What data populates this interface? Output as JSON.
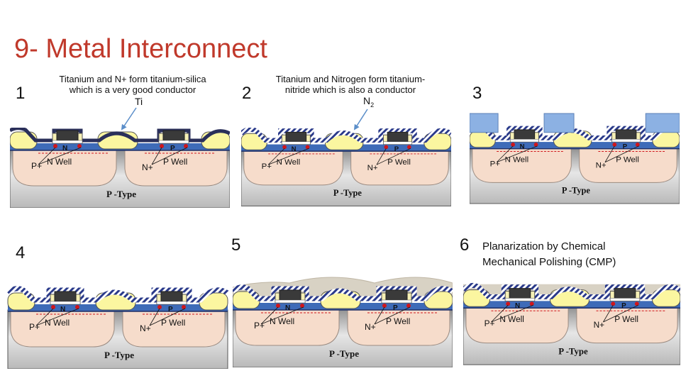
{
  "title": "9- Metal Interconnect",
  "panels": [
    {
      "step": "1",
      "caption_line1": "Titanium and N+ form titanium-silica",
      "caption_line2": "which is a very good conductor",
      "pointer_label": "Ti"
    },
    {
      "step": "2",
      "caption_line1": "Titanium and Nitrogen form titanium-",
      "caption_line2": "nitride which is also a conductor",
      "pointer_label": "N",
      "pointer_sub": "2"
    },
    {
      "step": "3"
    },
    {
      "step": "4"
    },
    {
      "step": "5"
    },
    {
      "step": "6",
      "caption_line1": "Planarization by Chemical",
      "caption_line2": "Mechanical Polishing (CMP)"
    }
  ],
  "labels": {
    "substrate": "P -Type",
    "left_well": "N Well",
    "right_well": "P Well",
    "p_plus": "P+",
    "n_plus": "N+",
    "n_small": "N",
    "p_small": "P"
  },
  "colors": {
    "title": "#c0392b",
    "substrate": "#a9a9a9",
    "well": "#f6dccb",
    "oxide": "#fbf6a0",
    "channel": "#3e6bb8",
    "gate": "#3a3a3a",
    "metal": "#2a2f5a",
    "photoresist": "#8cb1e3",
    "dielectric": "#d8d2c4",
    "contact": "#d0161b"
  }
}
